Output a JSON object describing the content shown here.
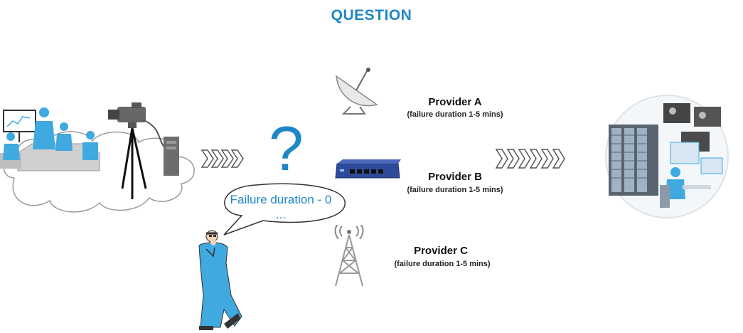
{
  "title": "QUESTION",
  "question_mark": "?",
  "speech_bubble": {
    "text": "Failure duration - 0 ..."
  },
  "providers": [
    {
      "name": "Provider A",
      "detail": "(failure duration 1-5 mins)",
      "icon": "satellite-dish-icon"
    },
    {
      "name": "Provider B",
      "detail": "(failure duration 1-5 mins)",
      "icon": "network-switch-icon"
    },
    {
      "name": "Provider C",
      "detail": "(failure duration 1-5 mins)",
      "icon": "radio-tower-icon"
    }
  ],
  "colors": {
    "accent": "#1f86c8",
    "people": "#3fa9e0",
    "switch": "#2e4a9a"
  }
}
